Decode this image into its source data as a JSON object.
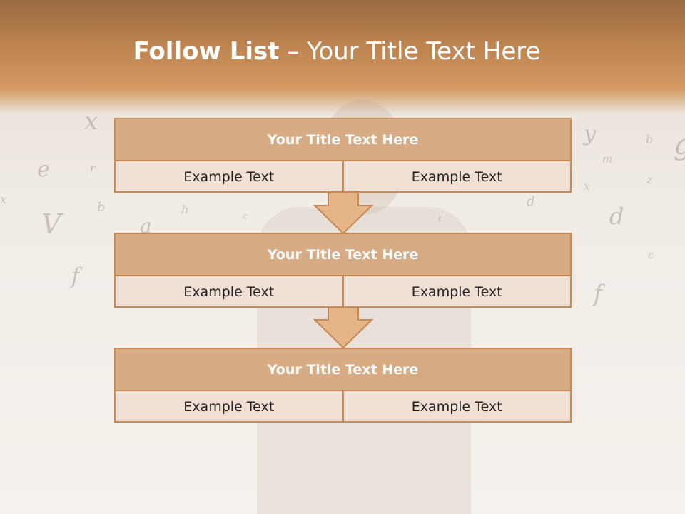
{
  "slide": {
    "title_bold": "Follow List",
    "title_rest": " – Your Title Text Here"
  },
  "steps": [
    {
      "title": "Your Title Text Here",
      "cells": [
        "Example Text",
        "Example Text"
      ]
    },
    {
      "title": "Your Title Text Here",
      "cells": [
        "Example Text",
        "Example Text"
      ]
    },
    {
      "title": "Your Title Text Here",
      "cells": [
        "Example Text",
        "Example Text"
      ]
    }
  ],
  "background_letters": [
    "x",
    "e",
    "r",
    "V",
    "b",
    "a",
    "h",
    "f",
    "c",
    "y",
    "b",
    "g",
    "m",
    "z",
    "x",
    "d",
    "c",
    "f",
    "d",
    "t",
    "x"
  ],
  "colors": {
    "header_band": "#c58a55",
    "card_title_fill": "#d7ab83",
    "card_cell_fill": "#f0dfd4",
    "card_border": "#c58a55",
    "arrow_fill": "#e5b487"
  }
}
